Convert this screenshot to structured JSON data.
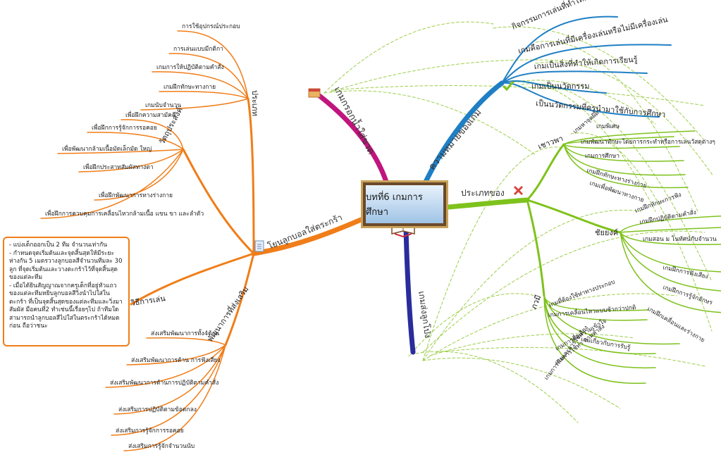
{
  "center_title": "บทที่6 เกมการศึกษา",
  "branches": {
    "meaning": {
      "title": "ความหมายของเกม",
      "color": "#1f7fc4",
      "items": [
        "กิจกรรมการเล่นที่ทำให้เกิดความสนุกสนาน",
        "เกมคือการเล่นที่มีเครื่องเล่นหรือไม่มีเครื่องเล่น",
        "เกมเป็นสิ่งที่ทำให้เกิดการเรียนรู้",
        "เกมเป็นนวัตกรรม",
        "เป็นนวัตกรรมที่ครูนำมาใช้กับการศึกษา"
      ]
    },
    "rice": {
      "title": "เกมกรอกน้ำใส่ขวด",
      "color": "#c0157e"
    },
    "types": {
      "title": "ประเภทของ",
      "color": "#7ec21c",
      "groups": [
        {
          "name": "เชาวพา",
          "items": [
            "เกมหาจุดผิด",
            "เกมพิเศษ",
            "เกมพัฒนาทักษะโดยการกระทำหรือการเล่นวัสดุต่างๆ",
            "เกมการศึกษา",
            "เกมฝึกทักษะทางร่างกาย",
            "เกมเพื่อพัฒนาทางกาย"
          ]
        },
        {
          "name": "ชัยยงค์",
          "items": [
            "เกมฝึกทักษะการฟัง",
            "เกมฝึกปฏิบัติตามคำสั่ง",
            "เกมสอน ม โนทัศน์กับจำนวน",
            "เกมฝึกการฟังเสียง",
            "เกมฝึกการรู้จักอักษร",
            "เกมฝึกเคลื่อนและร่างกาย"
          ]
        },
        {
          "name": "ภวมี",
          "items": [
            "เกมที่ต้องใช้ท่าทางประกอบ",
            "เกมการเคลื่อนไหวแบบช้ากว่าปกติ",
            "เกมเกี่ยวกับการรับรู้",
            "เกมการสื่อความเข้าใจ",
            "เกมการใช้ท่า ตามคำสั่ง",
            "เกมการฟังและการใช้เสียง"
          ]
        }
      ]
    },
    "ball": {
      "title": "เกมส่งลูกโป่ง",
      "color": "#2a2c9c"
    },
    "throw": {
      "title": "โยนลูกบอลใส่ตระกร้า",
      "color": "#f07d18",
      "groups": [
        {
          "name": "ประเภท",
          "items": [
            "การใช้อุปกรณ์ประกอบ",
            "การเล่นแบบมีกติกา",
            "เกมการให้ปฏิบัติตามคำสั่ง",
            "เกมฝึกทักษะทางกาย",
            "เกมนับจำนวน"
          ]
        },
        {
          "name": "วัตถุประสงค์",
          "items": [
            "เพื่อฝึกความสามัคคี",
            "เพื่อฝึกการรู้จักการรอคอย",
            "เพื่อพัฒนากล้ามเนื้อมัดเล็กมัด ใหญ่",
            "เพื่อฝึกประสาทสัมผัสทางตา",
            "เพื่อฝึกพัฒนาการทางร่างกาย",
            "เพื่อฝึกการควบคุมการเคลื่อนไหวกล้ามเนื้อ แขน ขา และลำตัว"
          ]
        },
        {
          "name": "วิธีการเล่น",
          "items": []
        },
        {
          "name": "พัฒนาการที่ส่งเสริม",
          "items": [
            "ส่งเสริมพัฒนาการทั้ง4ด้าน",
            "ส่งเสริมพัฒนาการด้าน การฟังเสียง",
            "ส่งเสริมพัฒนาการด้านการปฏิบัติตามคำสั่ง",
            "ส่งเสริมการปฏิบัติตามข้อตกลง",
            "ส่งเสริมการรู้จักการรอคอย",
            "ส่งเสริมการรู้จักจำนวนนับ"
          ]
        }
      ]
    }
  },
  "how_to_play": [
    "- แบ่งเด็กออกเป็น 2 ทีม จำนวนเท่ากัน",
    "- กำหนดจุดเริ่มต้นและจุดสิ้นสุดให้มีระยะห่างกัน 5 เมตรวางลูกบอลสีจำนวนทีมละ 30 ลูก ที่จุดเริ่มต้นและวางตะกร้าไว้ที่จุดสิ้นสุดของแต่ละทีม",
    "- เมื่อได้ยินสัญญาณจากครูเด็กที่อยู่หัวแถวของแต่ละทีมหยิบลูกบอลสีวิ่งนำไปใส่ในตะกร้า ที่เป็นจุดสิ้นสุดของแต่ละทีมและวิ่งมาสัมผัส มือคนที่2 ทำเช่นนี้เรื่อยๆไป ถ้าทีมใดสามารถนำลูกบอลสีไปใส่ในตระกร้าได้หมดก่อน ถือว่าชนะ"
  ]
}
